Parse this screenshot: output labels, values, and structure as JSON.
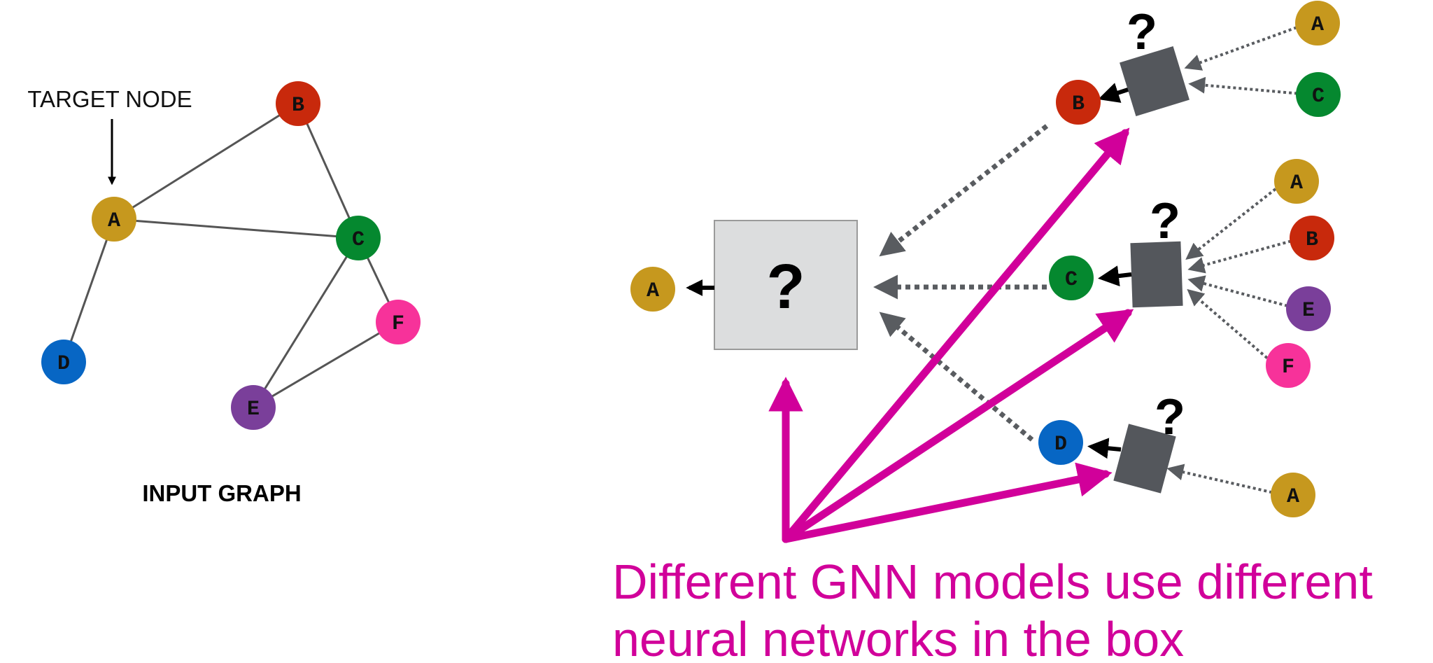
{
  "input_graph": {
    "title": "INPUT GRAPH",
    "target_label": "TARGET NODE",
    "target_node": "A",
    "nodes": [
      {
        "id": "A",
        "label": "A",
        "color": "#C6981E"
      },
      {
        "id": "B",
        "label": "B",
        "color": "#C8290C"
      },
      {
        "id": "C",
        "label": "C",
        "color": "#05882F"
      },
      {
        "id": "D",
        "label": "D",
        "color": "#0766C4"
      },
      {
        "id": "E",
        "label": "E",
        "color": "#7A3F9A"
      },
      {
        "id": "F",
        "label": "F",
        "color": "#F7329A"
      }
    ],
    "edges": [
      [
        "A",
        "B"
      ],
      [
        "A",
        "C"
      ],
      [
        "B",
        "C"
      ],
      [
        "A",
        "D"
      ],
      [
        "C",
        "E"
      ],
      [
        "C",
        "F"
      ],
      [
        "E",
        "F"
      ]
    ]
  },
  "computation_graph": {
    "target": {
      "label": "A",
      "color": "#C6981E"
    },
    "aggregator_symbol": "?",
    "neighbors": [
      {
        "label": "B",
        "color": "#C8290C",
        "symbol": "?",
        "inputs": [
          {
            "label": "A",
            "color": "#C6981E"
          },
          {
            "label": "C",
            "color": "#05882F"
          }
        ]
      },
      {
        "label": "C",
        "color": "#05882F",
        "symbol": "?",
        "inputs": [
          {
            "label": "A",
            "color": "#C6981E"
          },
          {
            "label": "B",
            "color": "#C8290C"
          },
          {
            "label": "E",
            "color": "#7A3F9A"
          },
          {
            "label": "F",
            "color": "#F7329A"
          }
        ]
      },
      {
        "label": "D",
        "color": "#0766C4",
        "symbol": "?",
        "inputs": [
          {
            "label": "A",
            "color": "#C6981E"
          }
        ]
      }
    ]
  },
  "caption": {
    "line1": "Different GNN models use different",
    "line2": "neural networks in the box",
    "color": "#D1009A"
  },
  "colors": {
    "edge": "#555555",
    "dotted": "#595C60",
    "small_box": "#54575C",
    "big_box_fill": "#DCDDDE",
    "big_box_stroke": "#9A9A9A",
    "accent": "#D1009A"
  }
}
